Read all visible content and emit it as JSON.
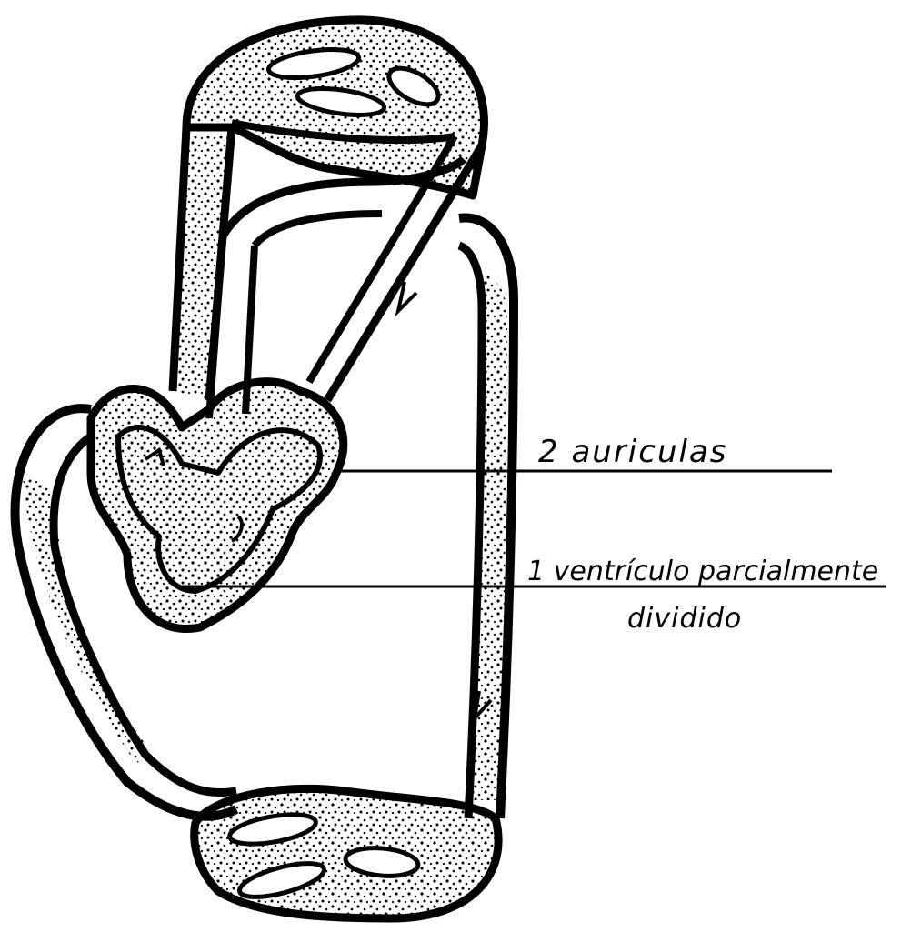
{
  "labels": {
    "auriculas": "2 auriculas",
    "ventriculo_line1": "1 ventrículo parcialmente",
    "ventriculo_line2": "dividido"
  },
  "colors": {
    "ink": "#000000",
    "paper": "#ffffff"
  }
}
